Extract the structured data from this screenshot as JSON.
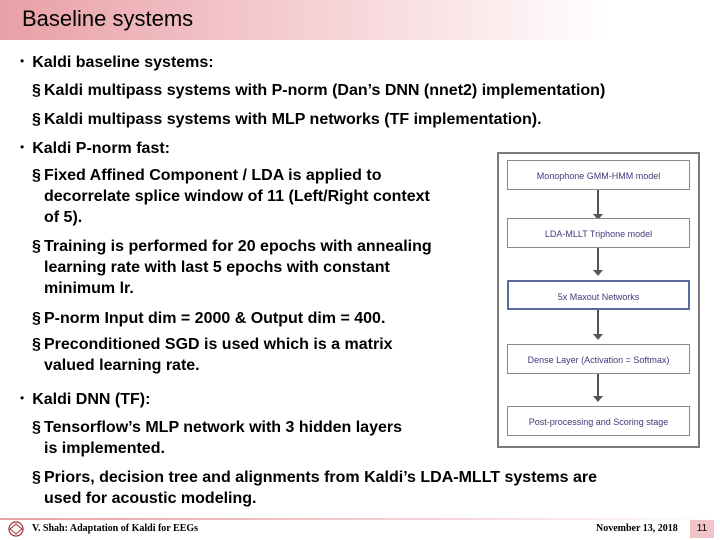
{
  "title": "Baseline systems",
  "bullets": [
    {
      "text": "Kaldi baseline systems:",
      "sub": [
        "Kaldi multipass systems with P-norm (Dan’s DNN (nnet2) implementation)",
        "Kaldi multipass systems with MLP networks (TF implementation)."
      ]
    },
    {
      "text": "Kaldi P-norm fast:",
      "sub": [
        [
          "Fixed Affined Component / LDA is applied to",
          "decorrelate splice window of 11 (Left/Right context",
          "of 5)."
        ],
        [
          "Training is performed for 20 epochs with annealing",
          "learning rate with last 5 epochs with constant",
          "minimum lr."
        ],
        [
          "P-norm Input dim = 2000 & Output dim = 400."
        ],
        [
          "Preconditioned SGD is used which is a matrix",
          "valued learning rate."
        ]
      ]
    },
    {
      "text": "Kaldi DNN (TF):",
      "sub": [
        [
          "Tensorflow’s MLP network with 3 hidden layers",
          "is implemented."
        ],
        [
          "Priors, decision tree and alignments from Kaldi’s LDA-MLLT systems are",
          "used for acoustic modeling."
        ]
      ]
    }
  ],
  "diagram": {
    "nodes": [
      "Monophone GMM-HMM model",
      "LDA-MLLT Triphone model",
      "5x Maxout Networks",
      "Dense Layer (Activation = Softmax)",
      "Post-processing and Scoring stage"
    ]
  },
  "footer": {
    "left": "V. Shah: Adaptation of Kaldi for EEGs",
    "date": "November 13, 2018",
    "page": "11"
  },
  "colors": {
    "title_bar": "#e8a0a6",
    "page_box": "#f2c4c8",
    "node_text": "#3b3b7a"
  }
}
